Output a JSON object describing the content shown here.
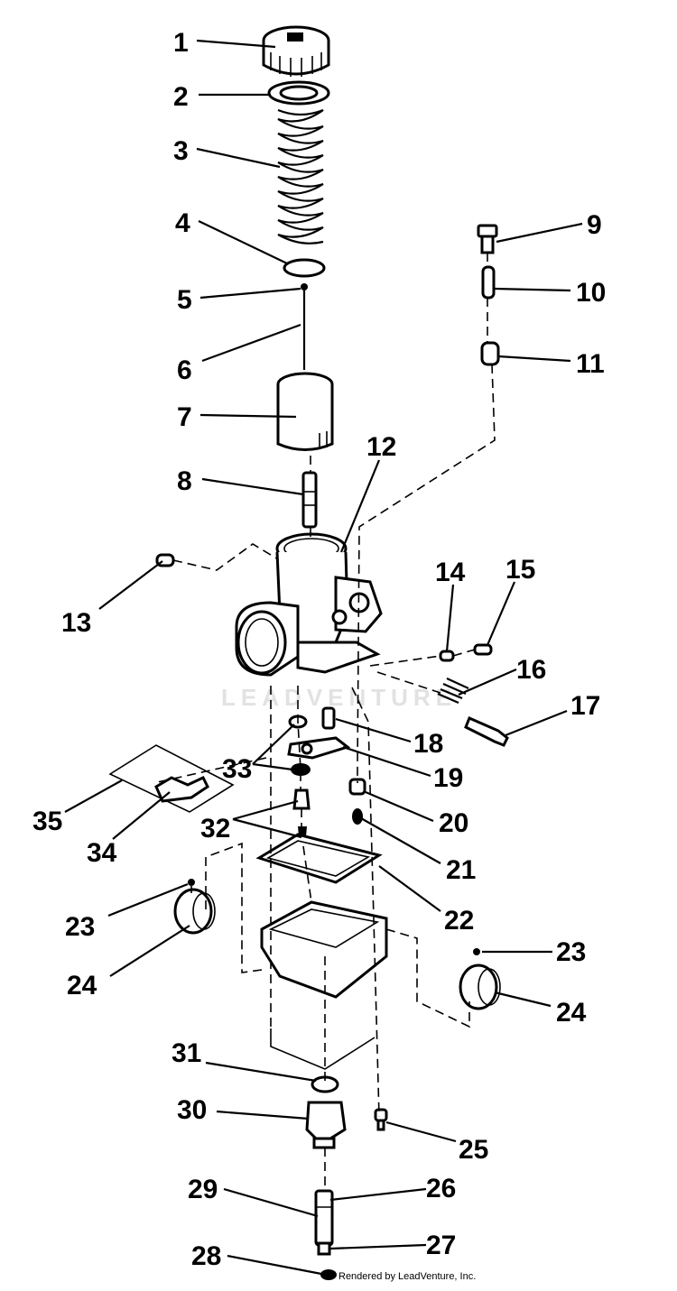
{
  "diagram": {
    "watermark": "LEADVENTURE",
    "credit": "Rendered by LeadVenture, Inc.",
    "callouts": [
      "1",
      "2",
      "3",
      "4",
      "5",
      "6",
      "7",
      "8",
      "9",
      "10",
      "11",
      "12",
      "13",
      "14",
      "15",
      "16",
      "17",
      "18",
      "19",
      "20",
      "21",
      "22",
      "23",
      "24",
      "25",
      "26",
      "27",
      "28",
      "29",
      "30",
      "31",
      "32",
      "33",
      "34",
      "35"
    ],
    "repeat_callouts": {
      "23b": "23",
      "24b": "24"
    }
  },
  "colors": {
    "ink": "#000000",
    "paper": "#ffffff",
    "watermark": "#e2e2e2"
  }
}
